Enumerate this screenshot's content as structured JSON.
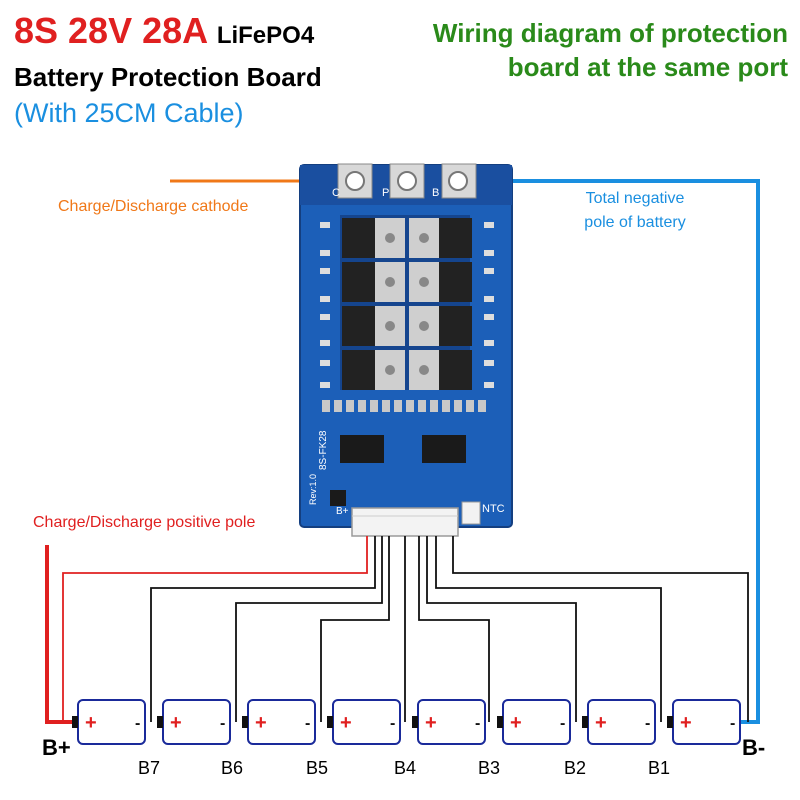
{
  "title": {
    "spec": "8S 28V 28A",
    "chemistry": "LiFePO4",
    "product": "Battery Protection Board",
    "cable": "(With 25CM Cable)"
  },
  "heading_right": {
    "line1": "Wiring diagram of protection",
    "line2": "board at the same port"
  },
  "labels": {
    "cathode": "Charge/Discharge cathode",
    "neg_line1": "Total negative",
    "neg_line2": "pole of battery",
    "positive": "Charge/Discharge positive pole"
  },
  "board": {
    "pad_c": "C",
    "pad_p": "P",
    "pad_b": "B",
    "silk_bplus": "B+",
    "silk_ntc": "NTC",
    "silk_model": "8S-FK28",
    "silk_rev": "Rev:1.0"
  },
  "terminals": {
    "plus": "B+",
    "minus": "B-"
  },
  "cells": {
    "count": 8,
    "plus_symbol": "+",
    "minus_symbol": "-",
    "tap_labels": [
      "B7",
      "B6",
      "B5",
      "B4",
      "B3",
      "B2",
      "B1"
    ]
  },
  "colors": {
    "title_red": "#e02020",
    "heading_green": "#2a8a1a",
    "cable_blue": "#1a8fe0",
    "cathode_orange": "#f07818",
    "board_blue": "#1c5fb8",
    "cell_outline": "#1a2a9a"
  }
}
